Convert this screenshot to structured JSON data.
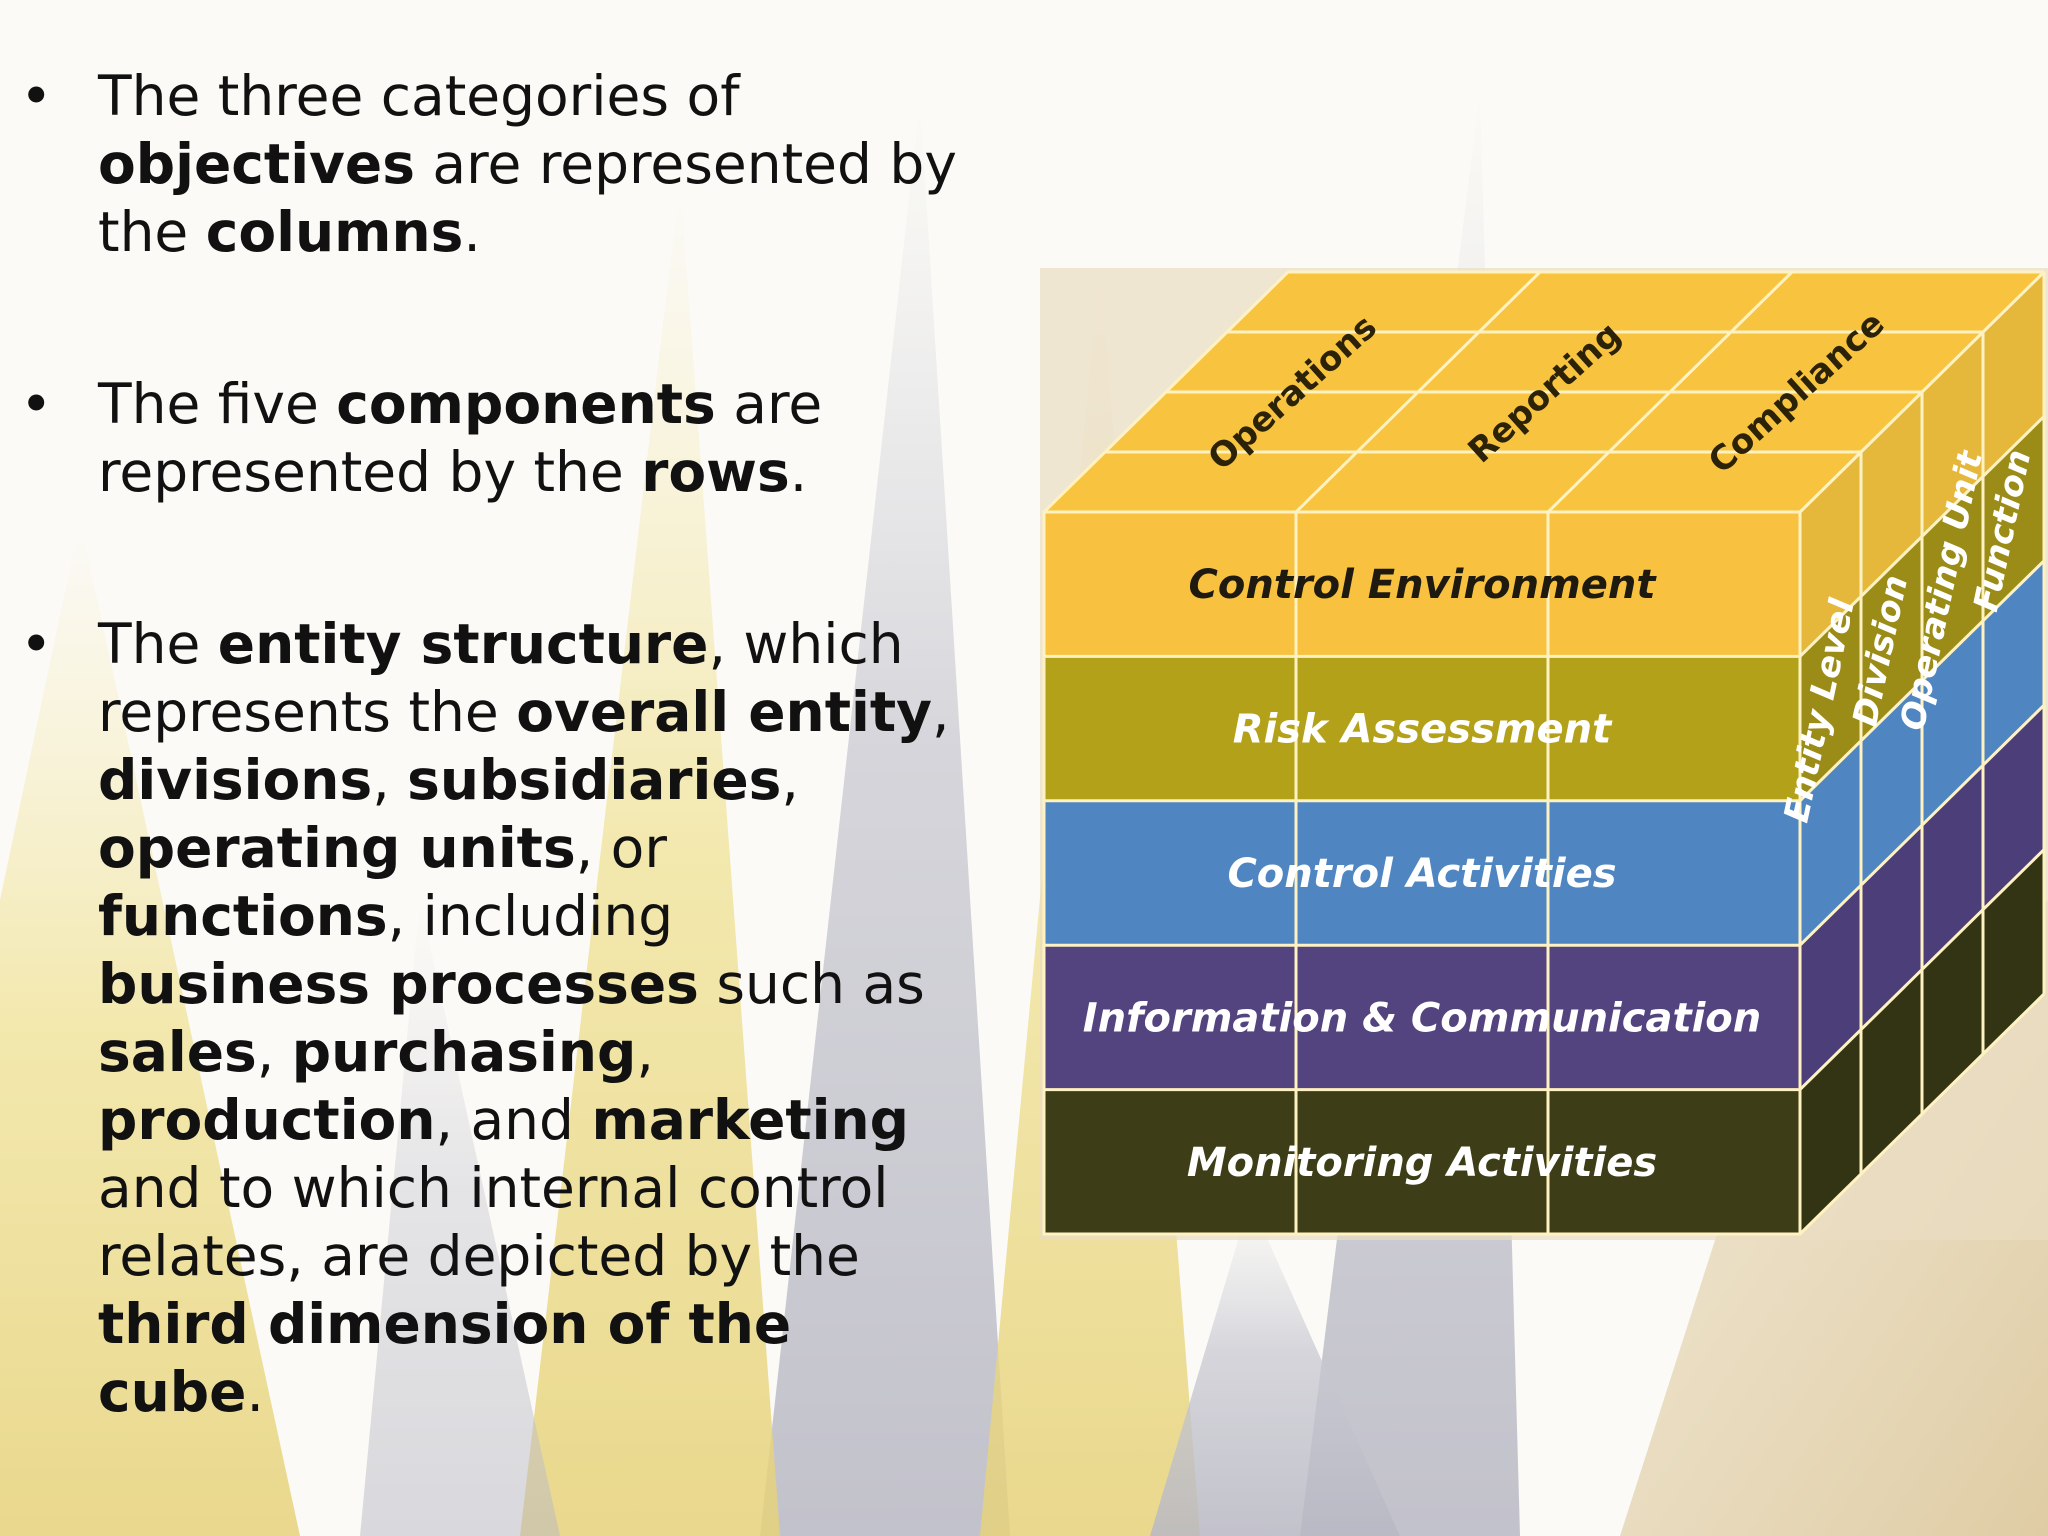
{
  "bullets": [
    {
      "segments": [
        {
          "text": "The three categories of ",
          "bold": false
        },
        {
          "text": "objectives",
          "bold": true
        },
        {
          "text": " are represented by the ",
          "bold": false
        },
        {
          "text": "columns",
          "bold": true
        },
        {
          "text": ".",
          "bold": false
        }
      ]
    },
    {
      "segments": [
        {
          "text": "The five ",
          "bold": false
        },
        {
          "text": "components",
          "bold": true
        },
        {
          "text": " are represented by the ",
          "bold": false
        },
        {
          "text": "rows",
          "bold": true
        },
        {
          "text": ".",
          "bold": false
        }
      ]
    },
    {
      "segments": [
        {
          "text": "The ",
          "bold": false
        },
        {
          "text": "entity structure",
          "bold": true
        },
        {
          "text": ", which represents the ",
          "bold": false
        },
        {
          "text": "overall entity",
          "bold": true
        },
        {
          "text": ", ",
          "bold": false
        },
        {
          "text": "divisions",
          "bold": true
        },
        {
          "text": ", ",
          "bold": false
        },
        {
          "text": "subsidiaries",
          "bold": true
        },
        {
          "text": ", ",
          "bold": false
        },
        {
          "text": "operating units",
          "bold": true
        },
        {
          "text": ", or ",
          "bold": false
        },
        {
          "text": "functions",
          "bold": true
        },
        {
          "text": ", including ",
          "bold": false
        },
        {
          "text": "business processes",
          "bold": true
        },
        {
          "text": " such as ",
          "bold": false
        },
        {
          "text": "sales",
          "bold": true
        },
        {
          "text": ", ",
          "bold": false
        },
        {
          "text": "purchasing",
          "bold": true
        },
        {
          "text": ", ",
          "bold": false
        },
        {
          "text": "production",
          "bold": true
        },
        {
          "text": ", and ",
          "bold": false
        },
        {
          "text": "marketing",
          "bold": true
        },
        {
          "text": " and to which internal control relates, are depicted by the ",
          "bold": false
        },
        {
          "text": "third dimension of the cube",
          "bold": true
        },
        {
          "text": ".",
          "bold": false
        }
      ]
    }
  ],
  "cube": {
    "objectives": [
      "Operations",
      "Reporting",
      "Compliance"
    ],
    "components": [
      {
        "label": "Control Environment",
        "color": "#f8c13f",
        "text_color": "#1e1a10"
      },
      {
        "label": "Risk Assessment",
        "color": "#b4a11a",
        "text_color": "#ffffff"
      },
      {
        "label": "Control Activities",
        "color": "#4f86c2",
        "text_color": "#ffffff"
      },
      {
        "label": "Information & Communication",
        "color": "#53437f",
        "text_color": "#ffffff"
      },
      {
        "label": "Monitoring Activities",
        "color": "#3d3d17",
        "text_color": "#ffffff"
      }
    ],
    "entity_levels": [
      "Entity Level",
      "Division",
      "Operating Unit",
      "Function"
    ],
    "colors": {
      "top_face": "#f8c33f",
      "grid_line": "#fff2c2",
      "side_yellow": "#e5b83c",
      "side_olive": "#9b8c18",
      "side_purple": "#4b3e79",
      "side_dark": "#333413"
    }
  }
}
